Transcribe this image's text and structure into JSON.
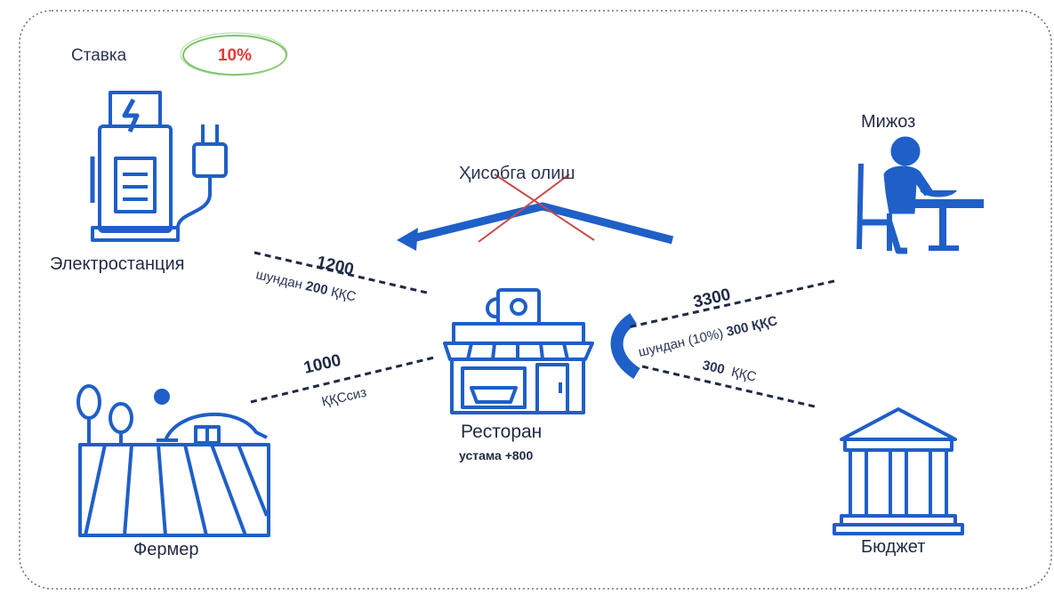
{
  "rate": {
    "label": "Ставка",
    "value": "10%"
  },
  "nodes": {
    "power_station": "Электростанция",
    "farmer": "Фермер",
    "restaurant": "Ресторан",
    "restaurant_margin": "устама +800",
    "customer": "Мижоз",
    "budget": "Бюджет"
  },
  "flows": {
    "crossed_label": "Ҳисобга олиш",
    "power_amount": "1200",
    "power_vat_prefix": "шундан",
    "power_vat_value": "200",
    "power_vat_suffix": "ҚҚС",
    "farmer_amount": "1000",
    "farmer_note": "ҚҚСсиз",
    "customer_amount": "3300",
    "customer_vat_prefix": "шундан (10%)",
    "customer_vat_value": "300 ҚҚС",
    "budget_amount": "300",
    "budget_note": "ҚҚС"
  },
  "colors": {
    "blue": "#1f5fc8",
    "dark": "#1f2a44",
    "red": "#e53935",
    "green": "#7cc46a",
    "cross": "#c94b4b",
    "frame": "#6b7080"
  },
  "icons": [
    "charging-station-icon",
    "farm-icon",
    "restaurant-icon",
    "diner-icon",
    "government-building-icon"
  ]
}
